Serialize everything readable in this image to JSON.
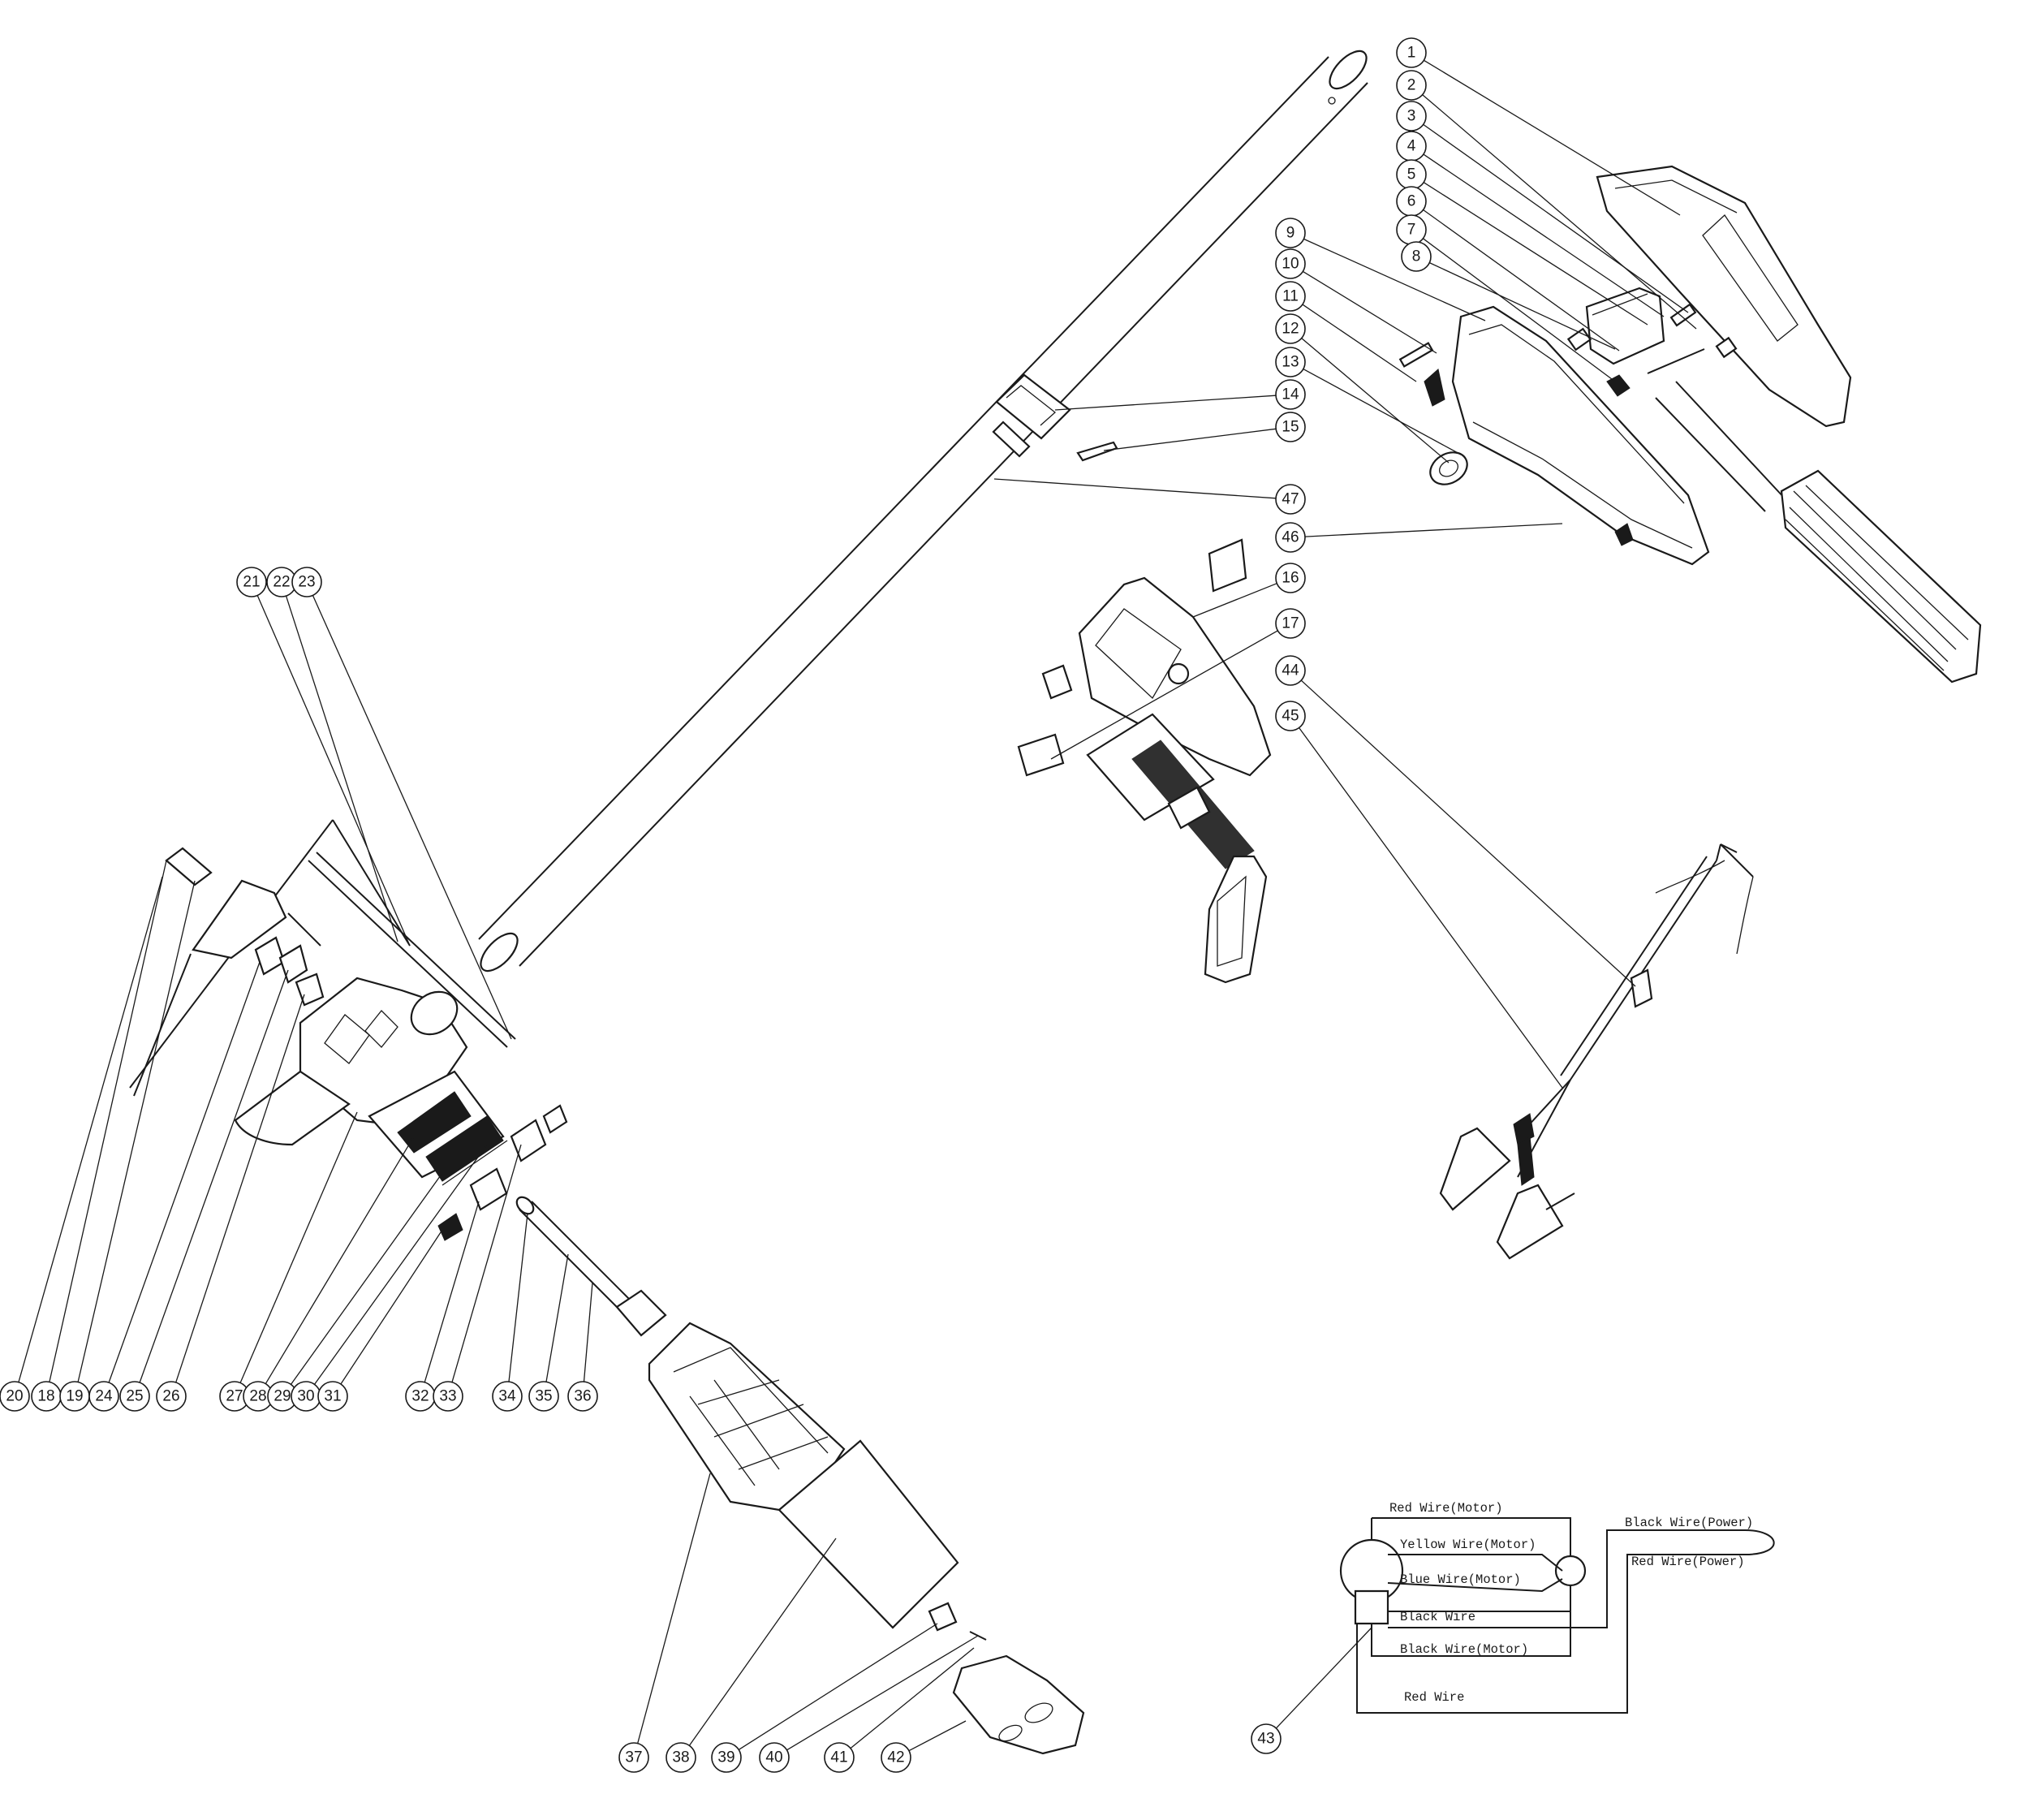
{
  "diagram": {
    "callouts": [
      "1",
      "2",
      "3",
      "4",
      "5",
      "6",
      "7",
      "8",
      "9",
      "10",
      "11",
      "12",
      "13",
      "14",
      "15",
      "16",
      "17",
      "18",
      "19",
      "20",
      "21",
      "22",
      "23",
      "24",
      "25",
      "26",
      "27",
      "28",
      "29",
      "30",
      "31",
      "32",
      "33",
      "34",
      "35",
      "36",
      "37",
      "38",
      "39",
      "40",
      "41",
      "42",
      "43",
      "44",
      "45",
      "46",
      "47"
    ],
    "wiring": {
      "labels": {
        "red_motor": "Red Wire(Motor)",
        "yellow_motor": "Yellow Wire(Motor)",
        "blue_motor": "Blue Wire(Motor)",
        "black": "Black Wire",
        "black_motor": "Black Wire(Motor)",
        "red": "Red Wire",
        "black_power": "Black Wire(Power)",
        "red_power": "Red Wire(Power)"
      }
    }
  }
}
